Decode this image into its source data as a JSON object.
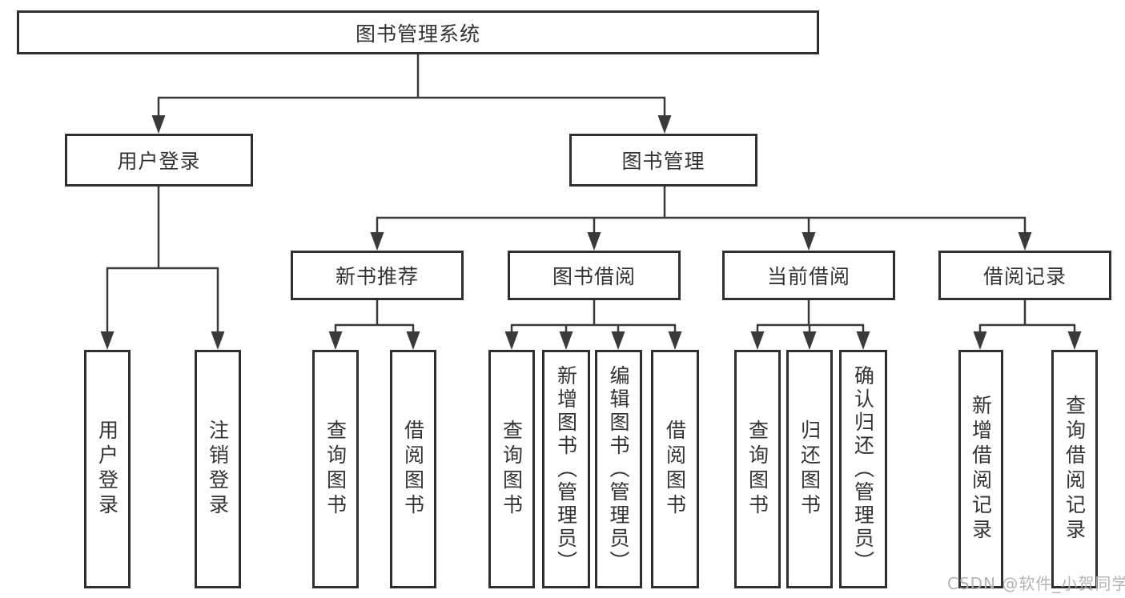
{
  "diagram": {
    "root": {
      "label": "图书管理系统"
    },
    "level2": [
      {
        "label": "用户登录"
      },
      {
        "label": "图书管理"
      }
    ],
    "level3": [
      {
        "label": "新书推荐"
      },
      {
        "label": "图书借阅"
      },
      {
        "label": "当前借阅"
      },
      {
        "label": "借阅记录"
      }
    ],
    "leaves": {
      "user_login": [
        "用户登录",
        "注销登录"
      ],
      "new_books": [
        "查询图书",
        "借阅图书"
      ],
      "book_borrow": [
        "查询图书",
        "新增图书（管理员）",
        "编辑图书（管理员）",
        "借阅图书"
      ],
      "current_borrow": [
        "查询图书",
        "归还图书",
        "确认归还（管理员）"
      ],
      "borrow_records": [
        "新增借阅记录",
        "查询借阅记录"
      ]
    }
  },
  "watermark": {
    "text": "CSDN @软件_小贺同学"
  },
  "colors": {
    "box_border": "#2f2f2f",
    "line": "#3a3a3a",
    "text": "#333333",
    "watermark": "#b4b4b4",
    "background": "#ffffff"
  }
}
